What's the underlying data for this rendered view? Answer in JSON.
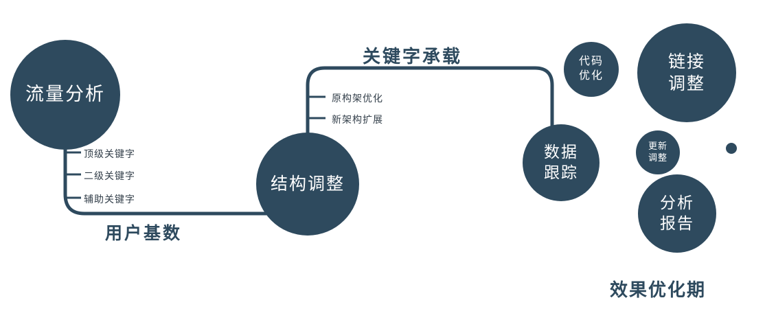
{
  "diagram": {
    "colors": {
      "primary": "#2e4a5e",
      "node_text": "#ffffff"
    },
    "nodes": {
      "traffic_analysis": {
        "label": "流量分析"
      },
      "structure_adjust": {
        "label": "结构调整"
      },
      "data_tracking": {
        "lines": [
          "数据",
          "跟踪"
        ]
      },
      "code_optimize": {
        "lines": [
          "代码",
          "优化"
        ]
      },
      "link_adjust": {
        "lines": [
          "链接",
          "调整"
        ]
      },
      "update_adjust": {
        "lines": [
          "更新",
          "调整"
        ]
      },
      "analysis_report": {
        "lines": [
          "分析",
          "报告"
        ]
      }
    },
    "edges": {
      "user_base_label": "用户基数",
      "keyword_carry_label": "关键字承载"
    },
    "branches": {
      "traffic": [
        "顶级关键字",
        "二级关键字",
        "辅助关键字"
      ],
      "structure": [
        "原构架优化",
        "新架构扩展"
      ]
    },
    "caption": "效果优化期"
  }
}
